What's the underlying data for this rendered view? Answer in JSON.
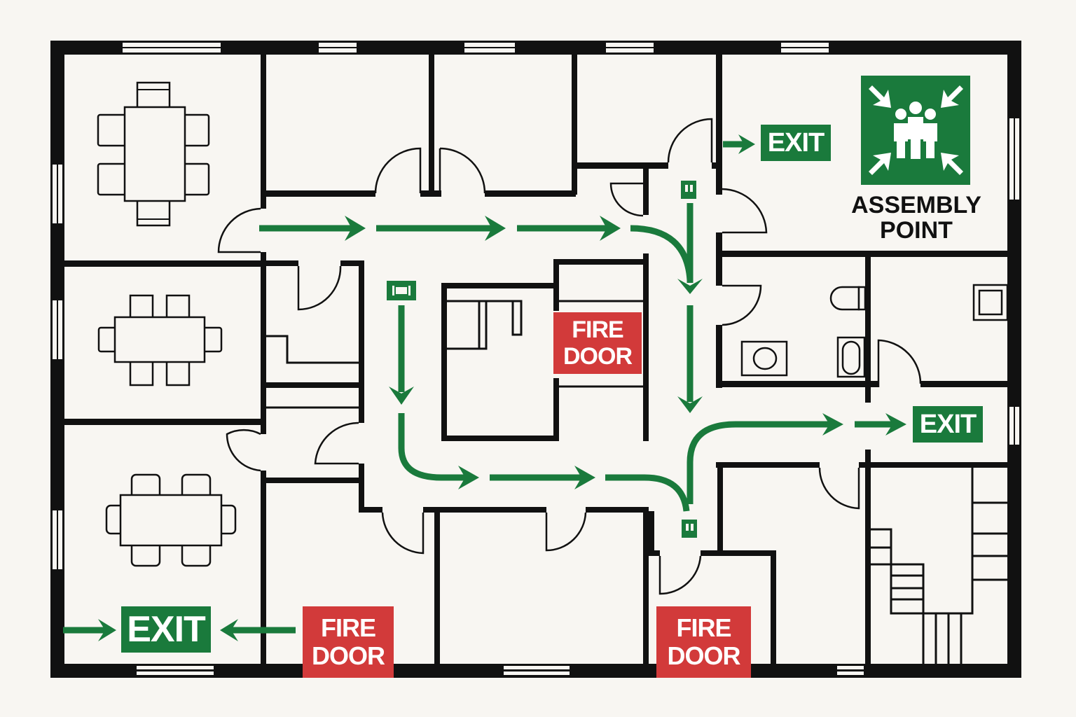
{
  "title": "Emergency Evacuation Floor Plan",
  "colors": {
    "wall": "#111111",
    "background": "#f8f6f2",
    "exit_green": "#1a7a3c",
    "fire_red": "#d23a3a"
  },
  "signs": {
    "exit_top": "EXIT",
    "exit_right": "EXIT",
    "exit_bottom_left": "EXIT",
    "fire_door_center": {
      "line1": "FIRE",
      "line2": "DOOR"
    },
    "fire_door_bottom_left": {
      "line1": "FIRE",
      "line2": "DOOR"
    },
    "fire_door_bottom_right": {
      "line1": "FIRE",
      "line2": "DOOR"
    }
  },
  "assembly_point": {
    "line1": "ASSEMBLY",
    "line2": "POINT",
    "icon": "assembly-point-icon"
  },
  "icons": {
    "exit_arrow": "arrow-right-icon",
    "emergency_light": "emergency-light-icon",
    "conference_table": "table-with-chairs-icon",
    "toilet": "toilet-icon",
    "sink": "sink-icon",
    "bathtub": "bathtub-icon",
    "staircase": "staircase-icon"
  }
}
